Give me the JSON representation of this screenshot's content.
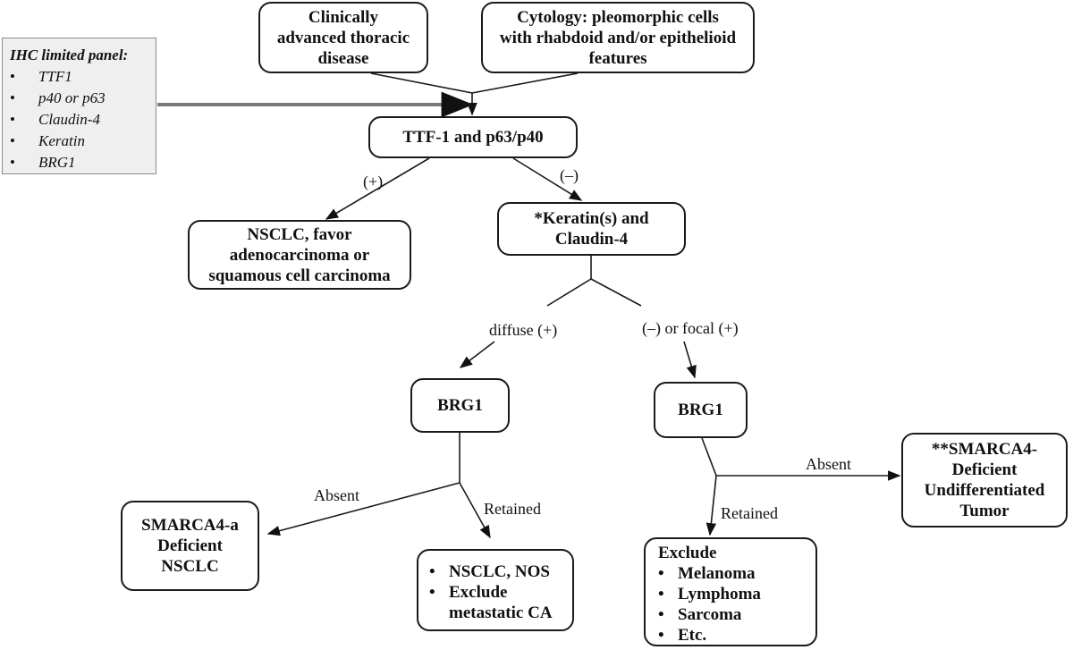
{
  "panel": {
    "title": "IHC limited panel:",
    "items": [
      "TTF1",
      "p40 or p63",
      "Claudin-4",
      "Keratin",
      "BRG1"
    ]
  },
  "nodes": {
    "clinical": [
      "Clinically",
      "advanced thoracic",
      "disease"
    ],
    "cytology": [
      "Cytology: pleomorphic cells",
      "with rhabdoid and/or epithelioid",
      "features"
    ],
    "ttf1": [
      "TTF-1 and p63/p40"
    ],
    "nsclc_favor": [
      "NSCLC, favor",
      "adenocarcinoma or",
      "squamous cell carcinoma"
    ],
    "keratin": [
      "*Keratin(s) and",
      "Claudin-4"
    ],
    "brg1_left": [
      "BRG1"
    ],
    "brg1_right": [
      "BRG1"
    ],
    "smarca4_nsclc": [
      "SMARCA4-a",
      "Deficient",
      "NSCLC"
    ],
    "nsclc_nos": {
      "items": [
        "NSCLC, NOS",
        "Exclude",
        "metastatic CA"
      ]
    },
    "exclude": {
      "title": "Exclude",
      "items": [
        "Melanoma",
        "Lymphoma",
        "Sarcoma",
        "Etc."
      ]
    },
    "smarca4_undiff": [
      "**SMARCA4-",
      "Deficient",
      "Undifferentiated",
      "Tumor"
    ]
  },
  "labels": {
    "pos": "(+)",
    "neg": "(–)",
    "diffuse": "diffuse (+)",
    "focal": "(–) or focal (+)",
    "absent_left": "Absent",
    "retained_left": "Retained",
    "absent_right": "Absent",
    "retained_right": "Retained"
  },
  "bullet": "•"
}
